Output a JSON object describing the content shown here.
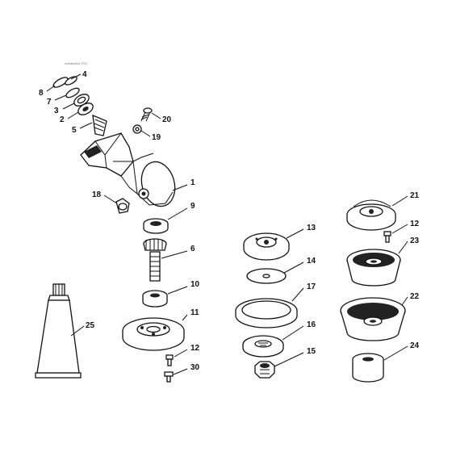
{
  "diagram": {
    "caption": "Installation (FS)",
    "callouts": [
      {
        "id": "c4",
        "text": "4"
      },
      {
        "id": "c8",
        "text": "8"
      },
      {
        "id": "c7",
        "text": "7"
      },
      {
        "id": "c3",
        "text": "3"
      },
      {
        "id": "c2",
        "text": "2"
      },
      {
        "id": "c5",
        "text": "5"
      },
      {
        "id": "c20",
        "text": "20"
      },
      {
        "id": "c19",
        "text": "19"
      },
      {
        "id": "c1",
        "text": "1"
      },
      {
        "id": "c18",
        "text": "18"
      },
      {
        "id": "c9",
        "text": "9"
      },
      {
        "id": "c6",
        "text": "6"
      },
      {
        "id": "c10",
        "text": "10"
      },
      {
        "id": "c11",
        "text": "11"
      },
      {
        "id": "c12a",
        "text": "12"
      },
      {
        "id": "c30",
        "text": "30"
      },
      {
        "id": "c25",
        "text": "25"
      },
      {
        "id": "c13",
        "text": "13"
      },
      {
        "id": "c14",
        "text": "14"
      },
      {
        "id": "c17",
        "text": "17"
      },
      {
        "id": "c16",
        "text": "16"
      },
      {
        "id": "c15",
        "text": "15"
      },
      {
        "id": "c21",
        "text": "21"
      },
      {
        "id": "c12b",
        "text": "12"
      },
      {
        "id": "c23",
        "text": "23"
      },
      {
        "id": "c22",
        "text": "22"
      },
      {
        "id": "c24",
        "text": "24"
      }
    ]
  }
}
